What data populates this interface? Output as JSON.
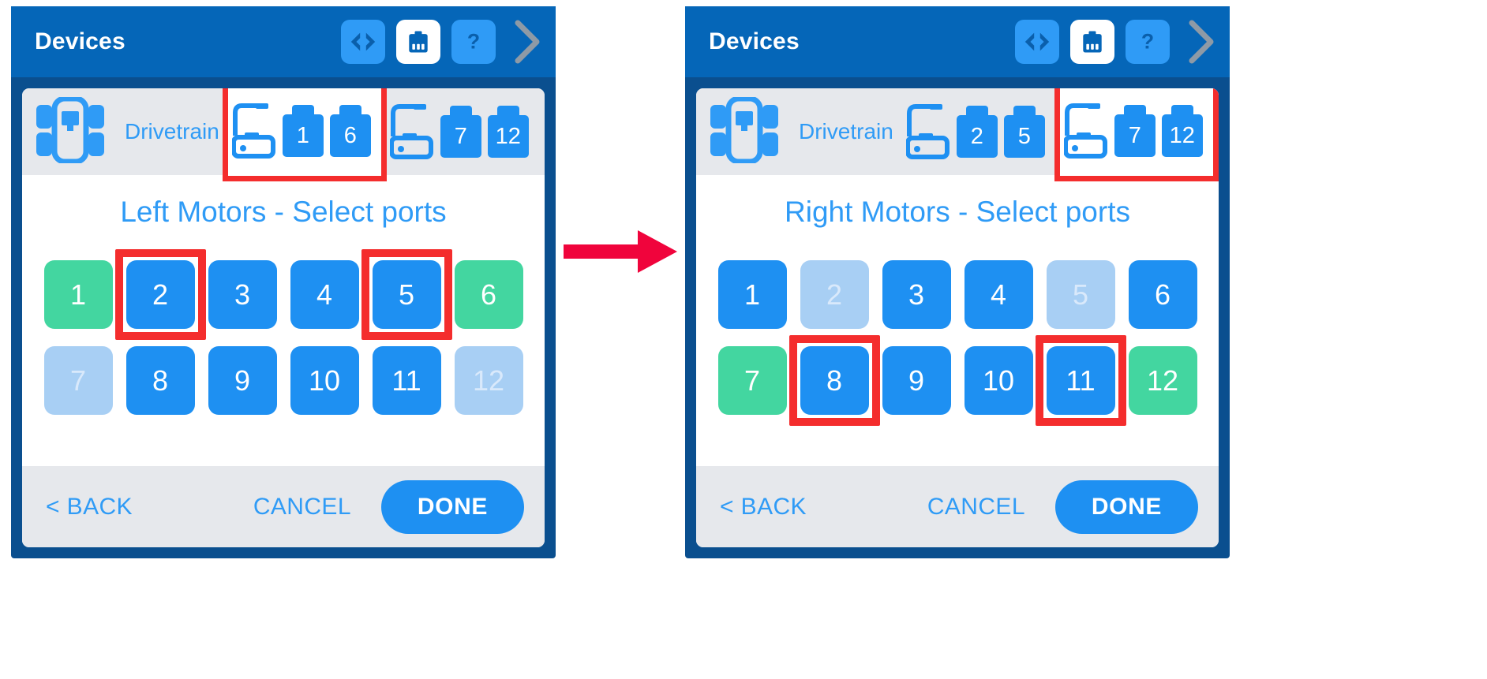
{
  "appbar": {
    "title": "Devices",
    "buttons": [
      {
        "name": "code-icon",
        "label": "<>"
      },
      {
        "name": "battery-icon",
        "label": "battery"
      },
      {
        "name": "help-icon",
        "label": "?"
      }
    ],
    "chevron": "›"
  },
  "colors": {
    "app_bar": "#0566b8",
    "phone_frame": "#0a4f8f",
    "accent_blue": "#1e90f2",
    "light_blue": "#2f9bf6",
    "green": "#43d6a0",
    "disabled_blue": "#a8cff4",
    "panel_gray": "#e6e8ec",
    "highlight_red": "#f42d2d"
  },
  "panels": [
    {
      "id": "left-panel",
      "device_row": {
        "device_label": "Drivetrain",
        "groups": [
          {
            "name": "left-motor-group",
            "ports": [
              "1",
              "6"
            ],
            "highlighted": true,
            "dim": false
          },
          {
            "name": "right-motor-group",
            "ports": [
              "7",
              "12"
            ],
            "highlighted": false,
            "dim": false
          }
        ],
        "add_label": "+"
      },
      "title": "Left Motors - Select ports",
      "port_rows": [
        [
          {
            "label": "1",
            "state": "green",
            "marked": false
          },
          {
            "label": "2",
            "state": "selected",
            "marked": true
          },
          {
            "label": "3",
            "state": "selected",
            "marked": false
          },
          {
            "label": "4",
            "state": "selected",
            "marked": false
          },
          {
            "label": "5",
            "state": "selected",
            "marked": true
          },
          {
            "label": "6",
            "state": "green",
            "marked": false
          }
        ],
        [
          {
            "label": "7",
            "state": "disabled",
            "marked": false
          },
          {
            "label": "8",
            "state": "selected",
            "marked": false
          },
          {
            "label": "9",
            "state": "selected",
            "marked": false
          },
          {
            "label": "10",
            "state": "selected",
            "marked": false
          },
          {
            "label": "11",
            "state": "selected",
            "marked": false
          },
          {
            "label": "12",
            "state": "disabled",
            "marked": false
          }
        ]
      ],
      "footer": {
        "back": "< BACK",
        "cancel": "CANCEL",
        "done": "DONE"
      }
    },
    {
      "id": "right-panel",
      "device_row": {
        "device_label": "Drivetrain",
        "groups": [
          {
            "name": "left-motor-group",
            "ports": [
              "2",
              "5"
            ],
            "highlighted": false,
            "dim": false
          },
          {
            "name": "right-motor-group",
            "ports": [
              "7",
              "12"
            ],
            "highlighted": true,
            "dim": false
          }
        ],
        "add_label": "+"
      },
      "title": "Right Motors - Select ports",
      "port_rows": [
        [
          {
            "label": "1",
            "state": "selected",
            "marked": false
          },
          {
            "label": "2",
            "state": "disabled",
            "marked": false
          },
          {
            "label": "3",
            "state": "selected",
            "marked": false
          },
          {
            "label": "4",
            "state": "selected",
            "marked": false
          },
          {
            "label": "5",
            "state": "disabled",
            "marked": false
          },
          {
            "label": "6",
            "state": "selected",
            "marked": false
          }
        ],
        [
          {
            "label": "7",
            "state": "green",
            "marked": false
          },
          {
            "label": "8",
            "state": "selected",
            "marked": true
          },
          {
            "label": "9",
            "state": "selected",
            "marked": false
          },
          {
            "label": "10",
            "state": "selected",
            "marked": false
          },
          {
            "label": "11",
            "state": "selected",
            "marked": true
          },
          {
            "label": "12",
            "state": "green",
            "marked": false
          }
        ]
      ],
      "footer": {
        "back": "< BACK",
        "cancel": "CANCEL",
        "done": "DONE"
      }
    }
  ],
  "arrow": {
    "name": "flow-arrow",
    "color": "#f0043c"
  }
}
